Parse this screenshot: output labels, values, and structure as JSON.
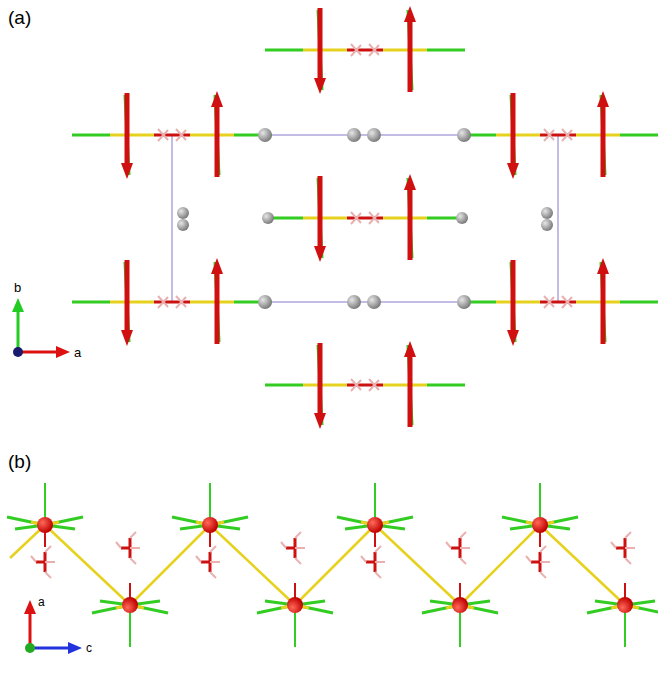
{
  "diagram": {
    "labels": [
      "(a)",
      "b",
      "a",
      "(b)",
      "a",
      "c"
    ]
  }
}
